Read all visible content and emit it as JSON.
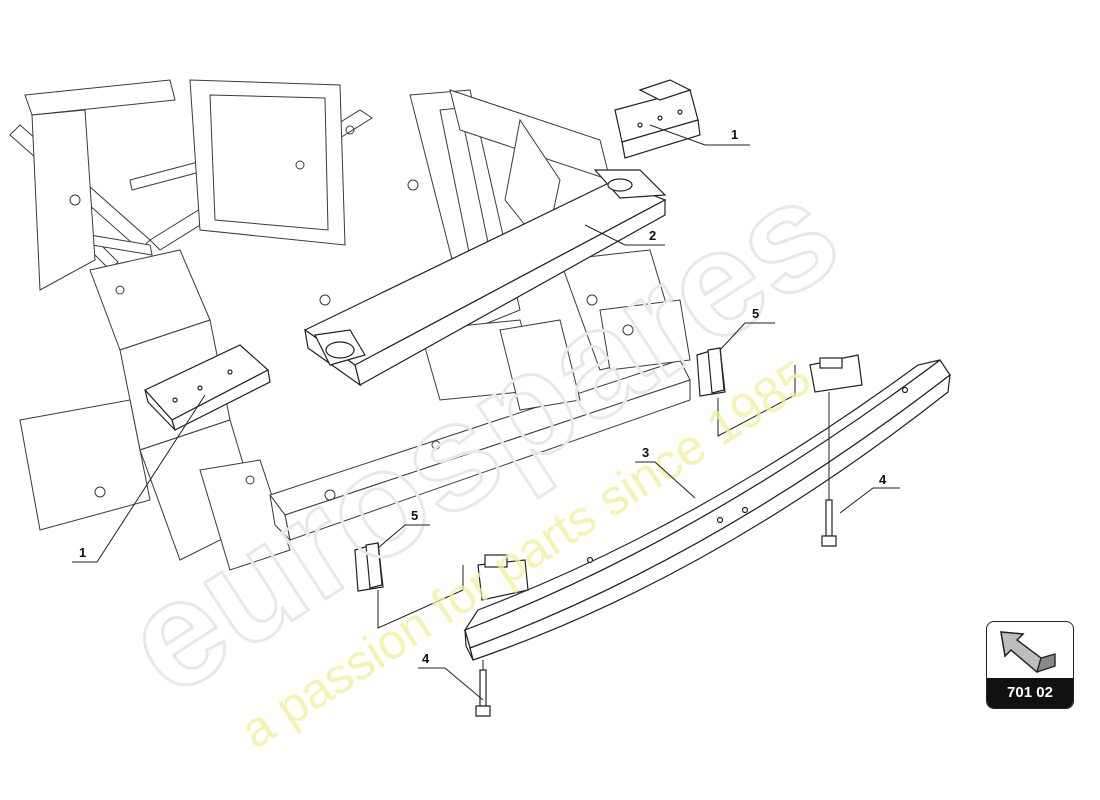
{
  "watermark": {
    "brand": "eurospares",
    "tagline": "a passion for parts since 1985"
  },
  "callouts": [
    {
      "id": "callout-1-upper",
      "label": "1"
    },
    {
      "id": "callout-2",
      "label": "2"
    },
    {
      "id": "callout-5-right",
      "label": "5"
    },
    {
      "id": "callout-3",
      "label": "3"
    },
    {
      "id": "callout-4-right",
      "label": "4"
    },
    {
      "id": "callout-5-left",
      "label": "5"
    },
    {
      "id": "callout-1-lower",
      "label": "1"
    },
    {
      "id": "callout-4-lower",
      "label": "4"
    }
  ],
  "reference": {
    "icon": "arrow-icon",
    "code": "701 02"
  },
  "colors": {
    "line": "#2a2a2a",
    "watermark_outline": "#e8e8e8",
    "watermark_tagline": "#efef9a"
  }
}
